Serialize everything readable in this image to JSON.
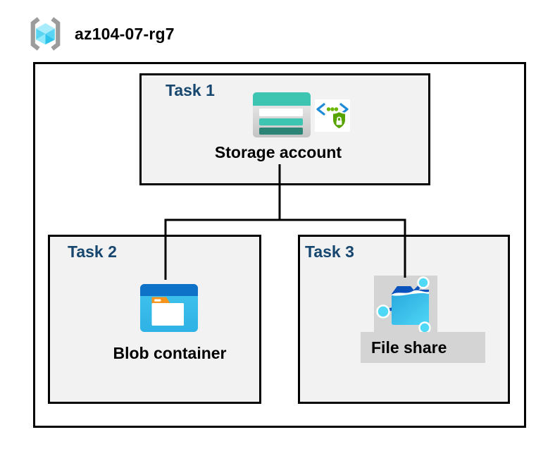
{
  "title": "az104-07-rg7",
  "resource_group": {
    "icon": "resource-group-icon",
    "label": "az104-07-rg7"
  },
  "tasks": [
    {
      "label": "Task 1",
      "node": "Storage account",
      "icons": [
        "storage-account-icon",
        "secure-access-icon"
      ]
    },
    {
      "label": "Task 2",
      "node": "Blob container",
      "icons": [
        "blob-container-icon"
      ]
    },
    {
      "label": "Task 3",
      "node": "File share",
      "icons": [
        "file-share-icon"
      ]
    }
  ],
  "connections": [
    {
      "from": "Storage account",
      "to": "Blob container"
    },
    {
      "from": "Storage account",
      "to": "File share"
    }
  ],
  "colors": {
    "task_label_blue": "#17466E",
    "box_fill_gray": "#F2F2F2",
    "border_black": "#000000",
    "storage_teal": "#3DC5B2",
    "storage_teal_dark": "#2B8476",
    "blob_top_blue": "#0E72C8",
    "blob_body_cyan": "#35BCEA",
    "folder_tab_orange": "#F7941E",
    "fileshare_dark_blue": "#0B53BC",
    "fileshare_cyan": "#4FD9F7",
    "shield_green": "#57A300",
    "dot_green": "#6BB700",
    "code_bracket_blue": "#1E8BD8",
    "rg_bracket_gray": "#9C9C9C",
    "selection_gray": "#D4D4D4"
  }
}
